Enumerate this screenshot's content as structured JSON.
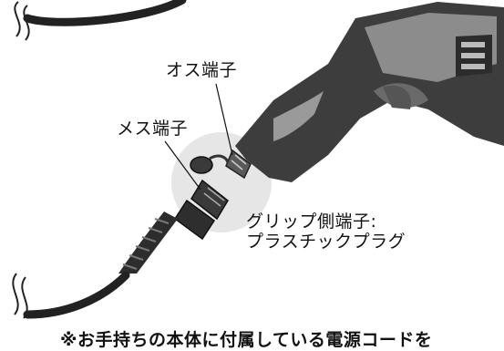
{
  "labels": {
    "male_terminal": "オス端子",
    "female_terminal": "メス端子",
    "grip_terminal_line1": "グリップ側端子:",
    "grip_terminal_line2": "プラスチックプラグ"
  },
  "note": "※お手持ちの本体に付属している電源コードを",
  "colors": {
    "tool_body": "#3d3d3d",
    "tool_highlight": "#9a9a9a",
    "cord": "#2a2a2a",
    "highlight_circle": "#e6e6e6"
  }
}
